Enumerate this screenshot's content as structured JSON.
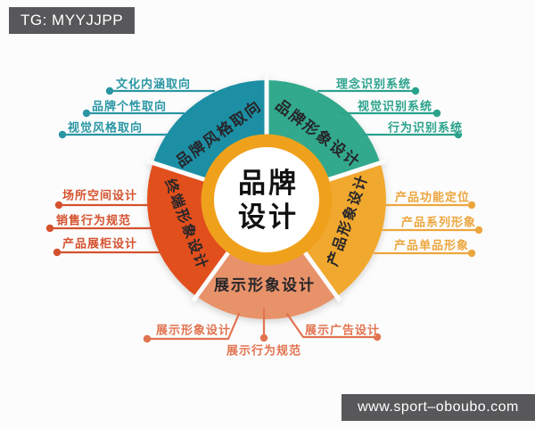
{
  "watermarks": {
    "top_left": "TG: MYYJJPP",
    "bottom_right": "www.sport–oboubo.com"
  },
  "center": {
    "title_line1": "品牌",
    "title_line2": "设计"
  },
  "wheel": {
    "ring_color": "#f0a11e",
    "segments": [
      {
        "name": "brand-style-orientation",
        "label": "品牌风格取向",
        "color": "#1d8fa4",
        "item_color": "#2a96a4",
        "items": [
          "文化内涵取向",
          "品牌个性取向",
          "视觉风格取向"
        ]
      },
      {
        "name": "brand-image-design",
        "label": "品牌形象设计",
        "color": "#33a98c",
        "item_color": "#2aa28c",
        "items": [
          "理念识别系统",
          "视觉识别系统",
          "行为识别系统"
        ]
      },
      {
        "name": "product-image-design",
        "label": "产品形象设计",
        "color": "#f1a82f",
        "item_color": "#eca63e",
        "items": [
          "产品功能定位",
          "产品系列形象",
          "产品单品形象"
        ]
      },
      {
        "name": "display-image-design",
        "label": "展示形象设计",
        "color": "#e8926a",
        "item_color": "#e17350",
        "items": [
          "展示形象设计",
          "展示行为规范",
          "展示广告设计"
        ]
      },
      {
        "name": "terminal-image-design",
        "label": "终端形象设计",
        "color": "#e1501f",
        "item_color": "#d5522e",
        "items": [
          "场所空间设计",
          "销售行为规范",
          "产品展柜设计"
        ]
      }
    ]
  },
  "colors": {
    "banner_background": "#58585a",
    "page_background": "#fcfcfc",
    "segment_label_text": "#26262a",
    "center_text": "#111111"
  }
}
